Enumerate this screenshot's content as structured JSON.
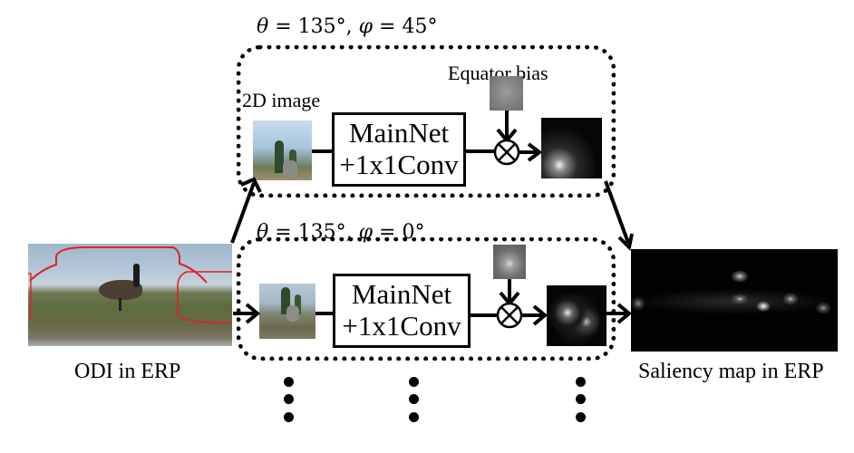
{
  "branches": [
    {
      "angle_label": {
        "theta_sym": "θ",
        "theta_val": " = 135°, ",
        "phi_sym": "φ",
        "phi_val": " = 45°"
      },
      "image_label": "2D image",
      "network": {
        "line1": "MainNet",
        "line2": "+1x1Conv"
      },
      "bias_label": "Equator bias",
      "operator": "⊗"
    },
    {
      "angle_label": {
        "theta_sym": "θ",
        "theta_val": " = 135°, ",
        "phi_sym": "φ",
        "phi_val": " = 0°"
      },
      "network": {
        "line1": "MainNet",
        "line2": "+1x1Conv"
      },
      "operator": "⊗"
    }
  ],
  "input": {
    "label": "ODI in ERP"
  },
  "output": {
    "label": "Saliency map in ERP"
  },
  "continuation": "⋮",
  "colors": {
    "stroke": "#000000",
    "highlight": "#e0202a",
    "background": "#ffffff"
  }
}
